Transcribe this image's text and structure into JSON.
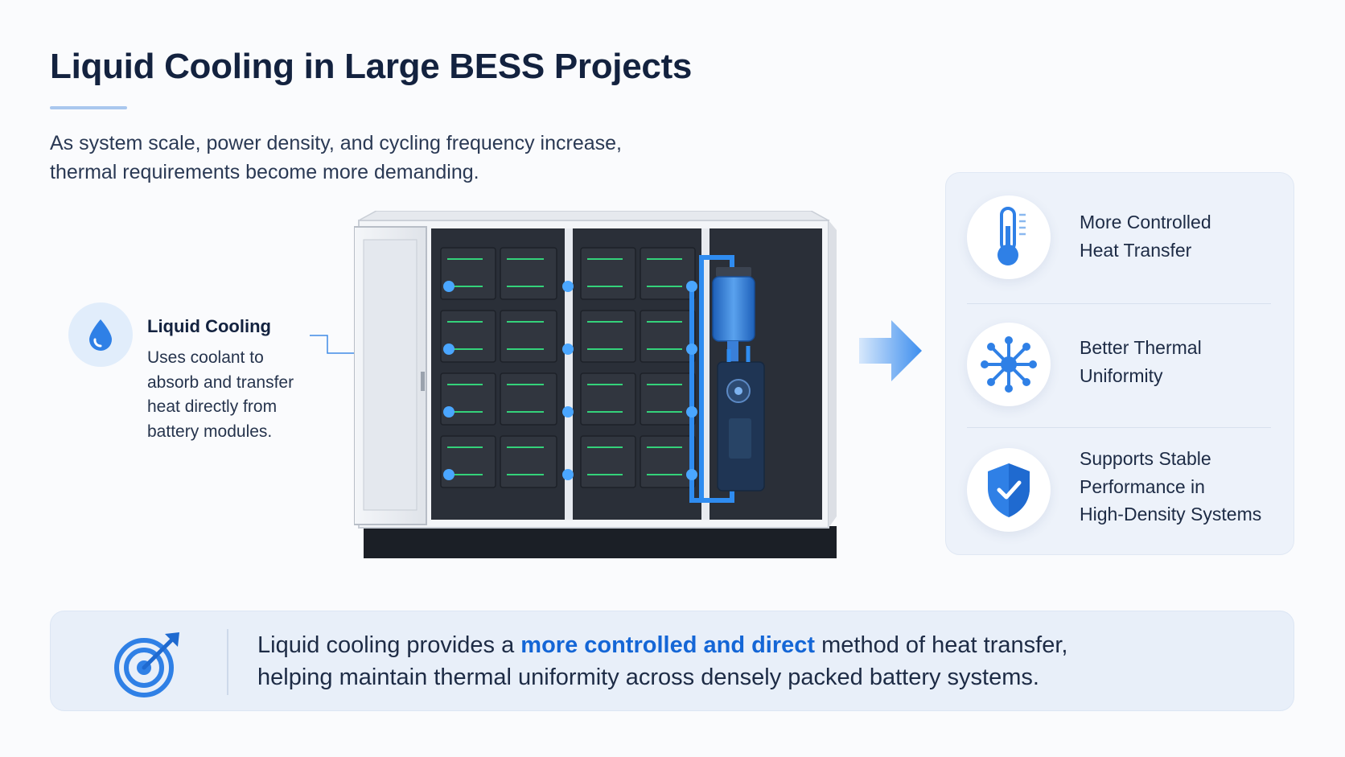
{
  "header": {
    "title": "Liquid Cooling in Large BESS Projects",
    "subtitle_lines": [
      "As system scale, power density, and cycling frequency increase,",
      "thermal requirements become more demanding."
    ]
  },
  "callout": {
    "icon": "water-drop-icon",
    "title": "Liquid Cooling",
    "lines": [
      "Uses coolant to",
      "absorb and transfer",
      "heat directly from",
      "battery modules."
    ]
  },
  "benefits": [
    {
      "icon": "thermometer-icon",
      "lines": [
        "More Controlled",
        "Heat Transfer"
      ]
    },
    {
      "icon": "network-nodes-icon",
      "lines": [
        "Better Thermal",
        "Uniformity"
      ]
    },
    {
      "icon": "shield-check-icon",
      "lines": [
        "Supports Stable",
        "Performance in",
        "High-Density Systems"
      ]
    }
  ],
  "banner": {
    "icon": "target-arrow-icon",
    "line1_before": "Liquid cooling provides a ",
    "line1_highlight": "more controlled and direct",
    "line1_after": " method of heat transfer,",
    "line2": "helping maintain thermal uniformity across densely packed battery systems."
  },
  "colors": {
    "accent": "#1466d6",
    "coolant": "#2f8cf0",
    "panel": "#edf2fa",
    "title": "#13223f"
  }
}
